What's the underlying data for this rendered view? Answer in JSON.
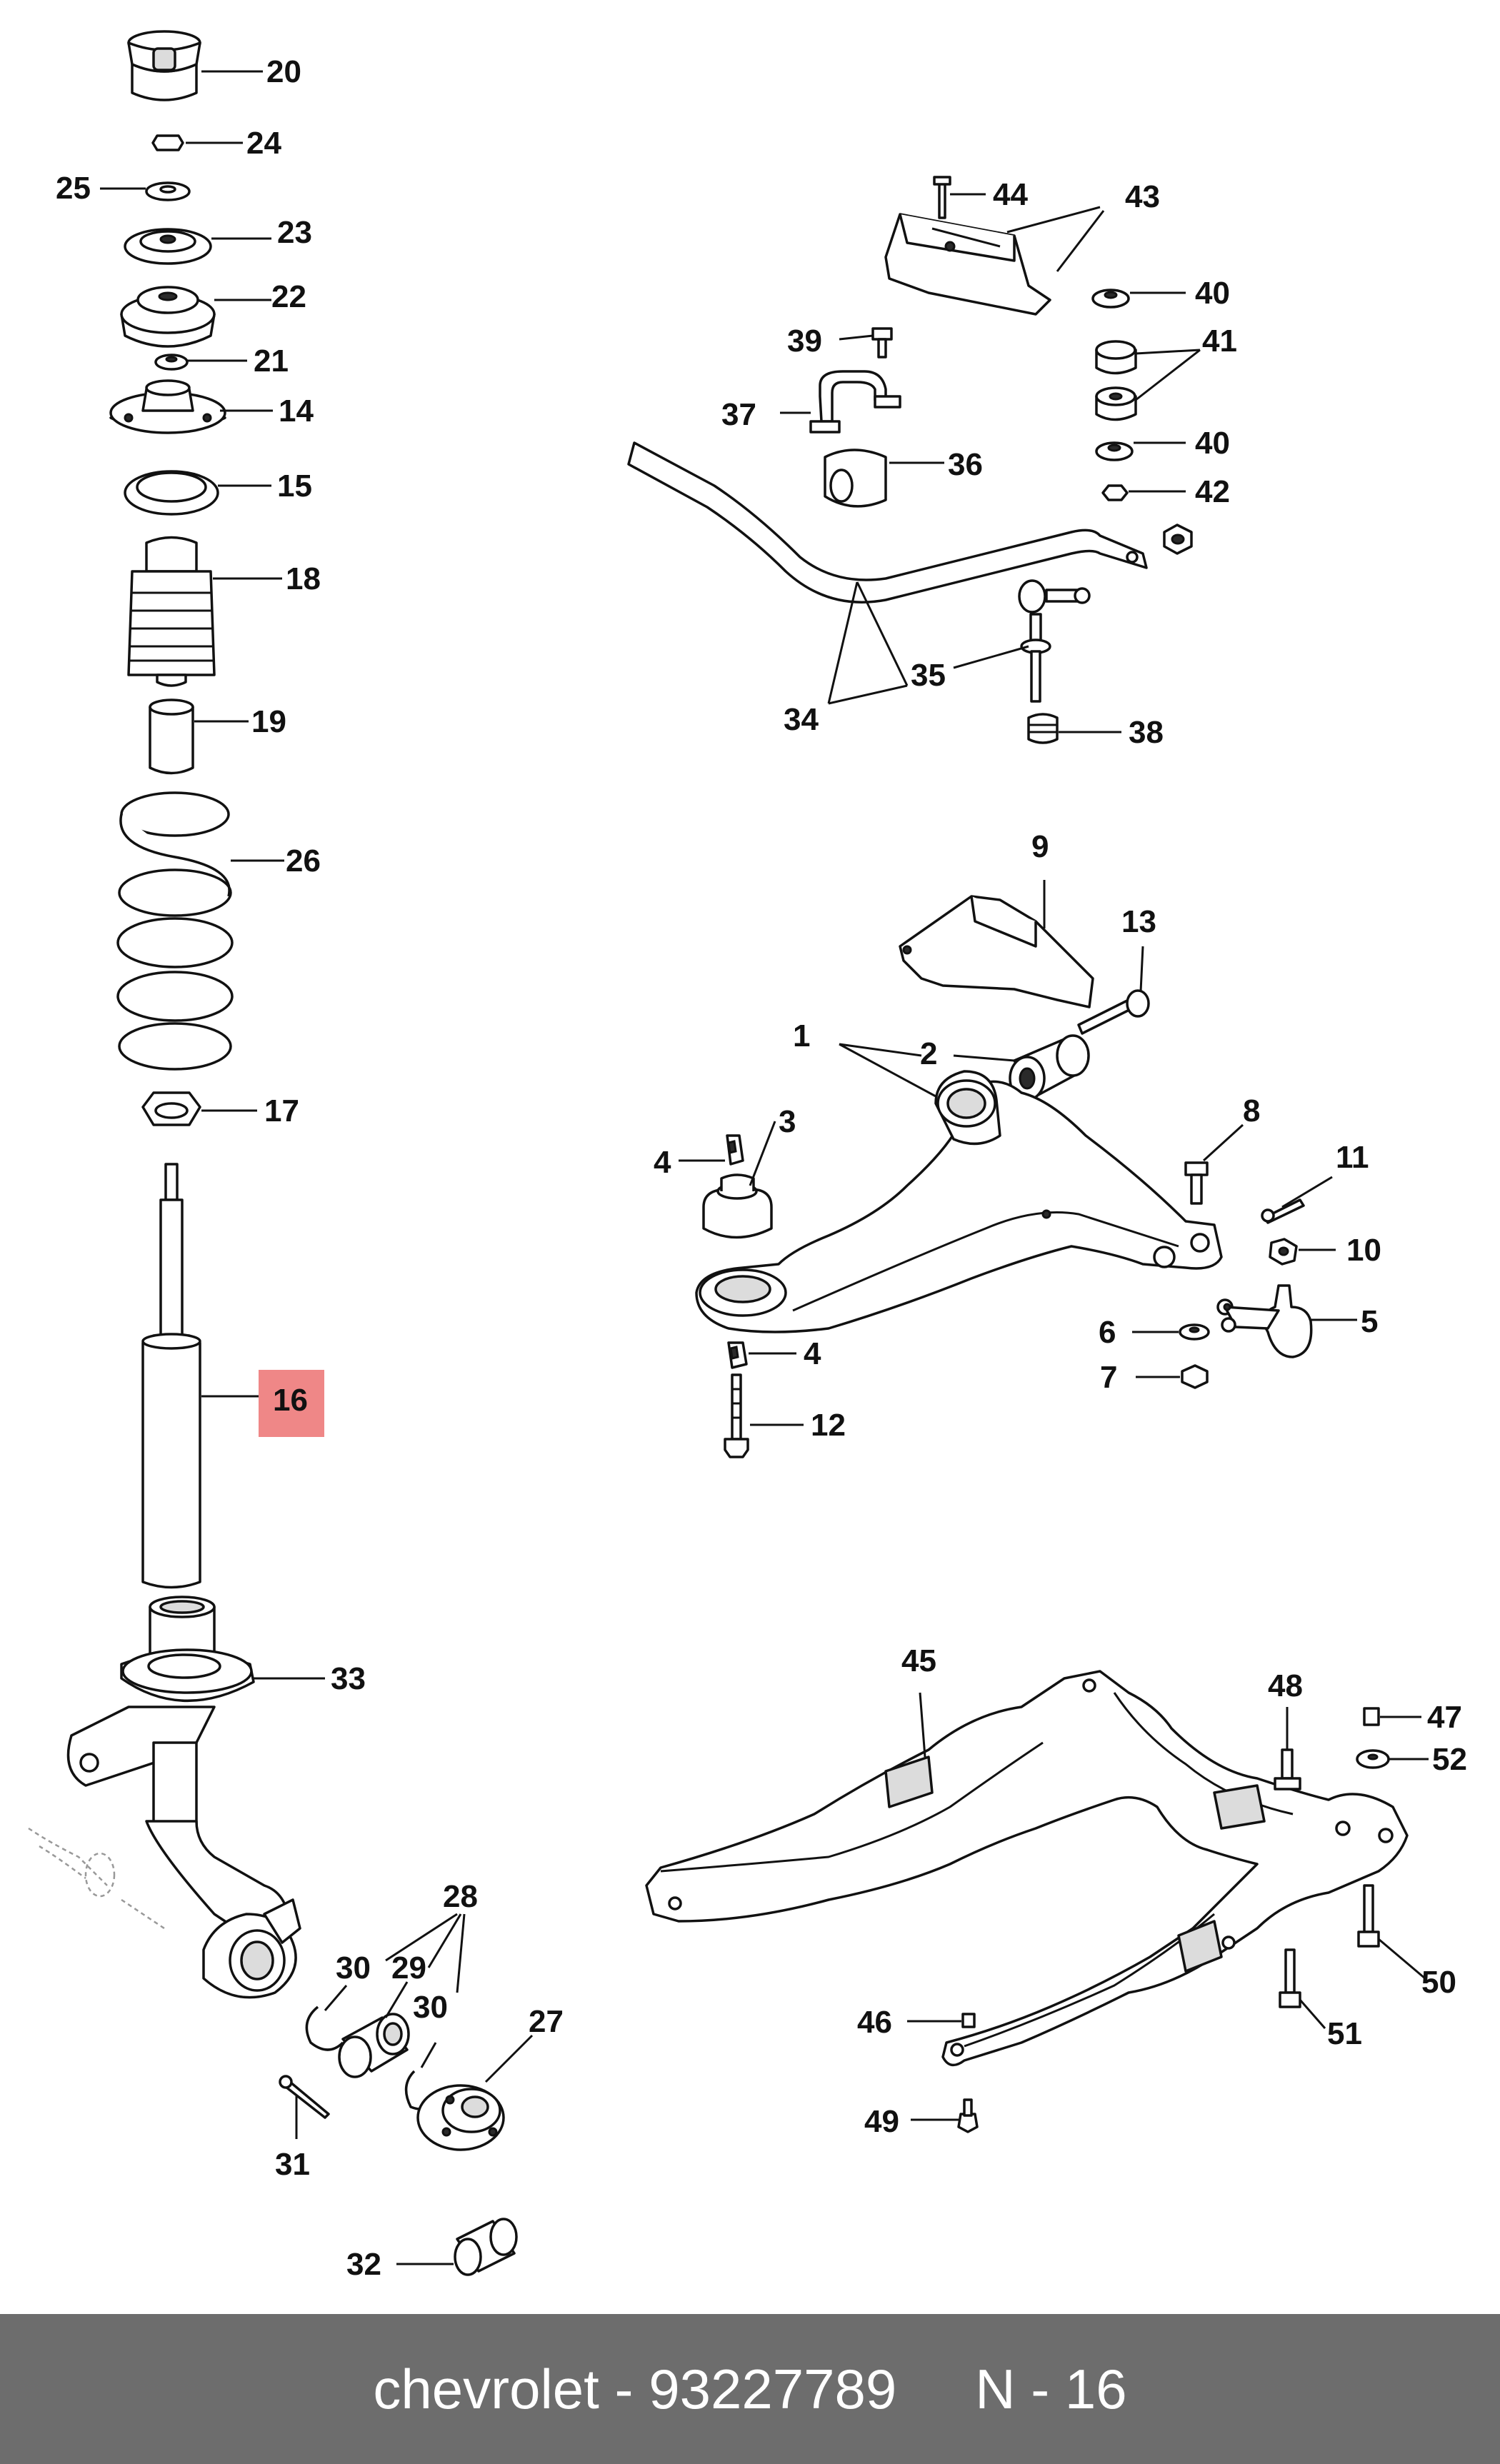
{
  "diagram": {
    "callouts": [
      "1",
      "2",
      "3",
      "4",
      "4",
      "5",
      "6",
      "7",
      "8",
      "9",
      "10",
      "11",
      "12",
      "13",
      "14",
      "15",
      "16",
      "17",
      "18",
      "19",
      "20",
      "21",
      "22",
      "23",
      "24",
      "25",
      "26",
      "27",
      "28",
      "29",
      "30",
      "30",
      "31",
      "32",
      "33",
      "34",
      "35",
      "36",
      "37",
      "38",
      "39",
      "40",
      "40",
      "41",
      "42",
      "43",
      "44",
      "45",
      "46",
      "47",
      "48",
      "49",
      "50",
      "51",
      "52"
    ],
    "highlighted_part": "16",
    "highlight_color": "#ef8787"
  },
  "footer": {
    "brand": "chevrolet",
    "separator": " - ",
    "part_number": "93227789",
    "position_label": "N - 16",
    "background_color": "#6d6d6d",
    "text_color": "#ffffff"
  }
}
